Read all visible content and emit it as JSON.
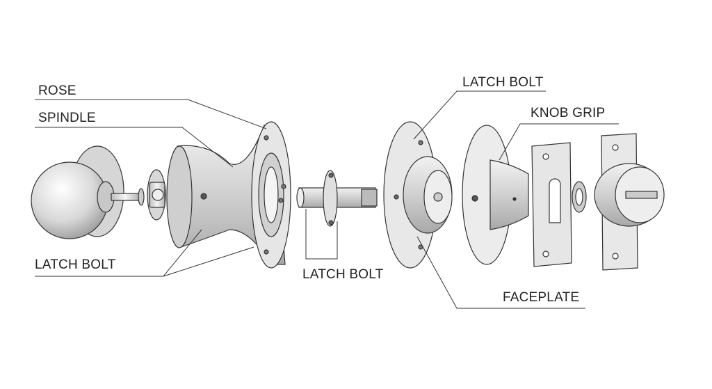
{
  "diagram": {
    "labels": {
      "rose": "ROSE",
      "spindle": "SPINDLE",
      "latch_bolt_left": "LATCH BOLT",
      "latch_bolt_center": "LATCH BOLT",
      "latch_bolt_right": "LATCH BOLT",
      "knob_grip": "KNOB GRIP",
      "faceplate": "FACEPLATE"
    },
    "colors": {
      "line": "#333333",
      "metal_light": "#f4f4f4",
      "metal_dark": "#9a9a9a"
    }
  }
}
